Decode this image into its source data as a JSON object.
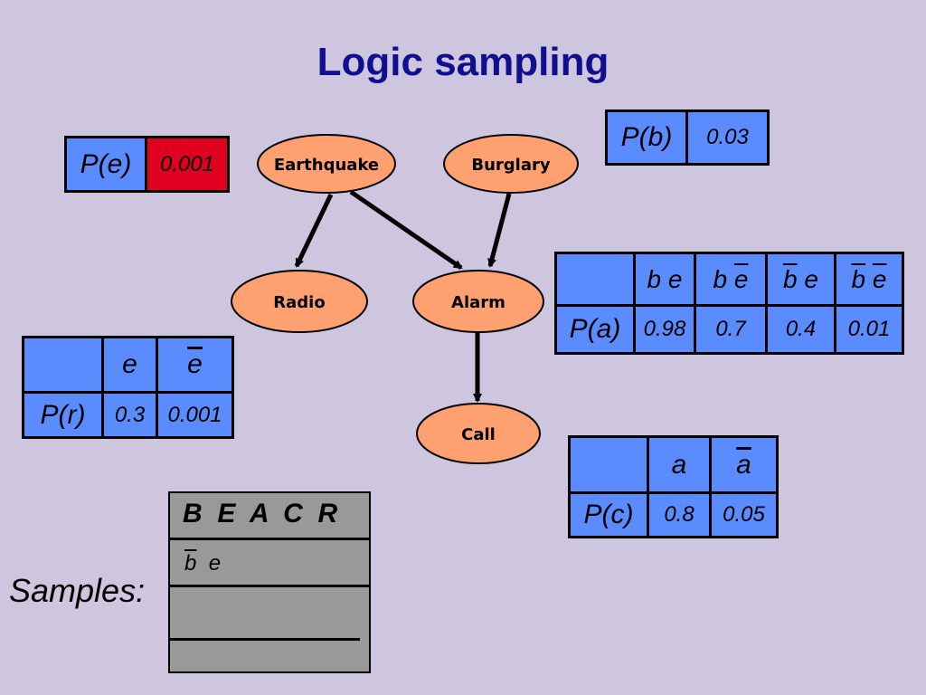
{
  "title": "Logic sampling",
  "nodes": {
    "earthquake": "Earthquake",
    "burglary": "Burglary",
    "radio": "Radio",
    "alarm": "Alarm",
    "call": "Call"
  },
  "cpt_e": {
    "label": "P(e)",
    "value": "0.001",
    "highlight_color": "#e0001f"
  },
  "cpt_b": {
    "label": "P(b)",
    "value": "0.03"
  },
  "cpt_a": {
    "label": "P(a)",
    "headers": [
      {
        "b": "b",
        "b_neg": false,
        "e": "e",
        "e_neg": false
      },
      {
        "b": "b",
        "b_neg": false,
        "e": "e",
        "e_neg": true
      },
      {
        "b": "b",
        "b_neg": true,
        "e": "e",
        "e_neg": false
      },
      {
        "b": "b",
        "b_neg": true,
        "e": "e",
        "e_neg": true
      }
    ],
    "values": [
      "0.98",
      "0.7",
      "0.4",
      "0.01"
    ]
  },
  "cpt_r": {
    "label": "P(r)",
    "headers": [
      "e",
      "e"
    ],
    "values": [
      "0.3",
      "0.001"
    ]
  },
  "cpt_c": {
    "label": "P(c)",
    "headers": [
      "a",
      "a"
    ],
    "values": [
      "0.8",
      "0.05"
    ]
  },
  "samples": {
    "label": "Samples:",
    "header": "B  E  A  C  R",
    "row1_b": "b",
    "row1_e": "e"
  },
  "colors": {
    "node_fill": "#ffa070",
    "table_fill": "#5b8cff",
    "background": "#cec6df",
    "title": "#0f0f8f",
    "samples_fill": "#999999"
  }
}
